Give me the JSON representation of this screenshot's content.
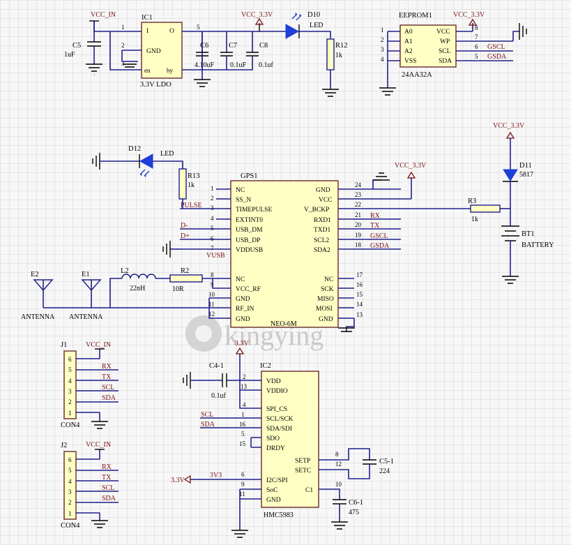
{
  "colors": {
    "wire": "#1f1f8c",
    "chip_fill": "#ffffc4",
    "chip_border": "#6a2b2b",
    "led": "#1f3fd6",
    "power_label": "#7a1010",
    "grid": "#d6d6d6"
  },
  "watermark": {
    "text": "kingying"
  },
  "power": {
    "vcc_in": "VCC_IN",
    "vcc_33": "VCC_3.3V",
    "v33": "3.3V",
    "v33_alt": "3V3"
  },
  "ldo": {
    "ref": "IC1",
    "name": "3.3V LDO",
    "pins": {
      "i": "I",
      "o": "O",
      "gnd": "GND",
      "en": "en",
      "by": "by"
    },
    "pin_numbers": [
      "1",
      "2",
      "3",
      "5"
    ]
  },
  "caps": {
    "c5": {
      "ref": "C5",
      "value": "1uF"
    },
    "c6": {
      "ref": "C6",
      "value": "4.10uF"
    },
    "c7": {
      "ref": "C7",
      "value": "0.1uF"
    },
    "c8": {
      "ref": "C8",
      "value": "0.1uf"
    },
    "c41": {
      "ref": "C4-1",
      "value": "0.1uf"
    },
    "c51": {
      "ref": "C5-1",
      "value": "224"
    },
    "c61": {
      "ref": "C6-1",
      "value": "475"
    }
  },
  "led_power": {
    "ref": "D10",
    "value": "LED"
  },
  "led_pulse": {
    "ref": "D12",
    "value": "LED"
  },
  "r12": {
    "ref": "R12",
    "value": "1k"
  },
  "r13": {
    "ref": "R13",
    "value": "1k"
  },
  "r3": {
    "ref": "R3",
    "value": "1k"
  },
  "r2": {
    "ref": "R2",
    "value": "10R"
  },
  "l2": {
    "ref": "L2",
    "value": "22nH"
  },
  "d11": {
    "ref": "D11",
    "value": "5817"
  },
  "bt1": {
    "ref": "BT1",
    "value": "BATTERY"
  },
  "e1": {
    "ref": "E1",
    "value": "ANTENNA"
  },
  "e2": {
    "ref": "E2",
    "value": "ANTENNA"
  },
  "eeprom": {
    "ref": "EEPROM1",
    "part": "24AA32A",
    "left_pins": [
      {
        "n": "1",
        "l": "A0"
      },
      {
        "n": "2",
        "l": "A1"
      },
      {
        "n": "3",
        "l": "A2"
      },
      {
        "n": "4",
        "l": "VSS"
      }
    ],
    "right_pins": [
      {
        "n": "8",
        "l": "VCC"
      },
      {
        "n": "7",
        "l": "WP"
      },
      {
        "n": "6",
        "l": "SCL"
      },
      {
        "n": "5",
        "l": "SDA"
      }
    ],
    "nets": {
      "scl": "GSCL",
      "sda": "GSDA"
    }
  },
  "gps": {
    "ref": "GPS1",
    "part": "NEO-6M",
    "left_pins": [
      {
        "n": "1",
        "l": "NC"
      },
      {
        "n": "2",
        "l": "SS_N"
      },
      {
        "n": "3",
        "l": "TIMEPULSE"
      },
      {
        "n": "4",
        "l": "EXTINT0"
      },
      {
        "n": "5",
        "l": "USB_DM"
      },
      {
        "n": "6",
        "l": "USB_DP"
      },
      {
        "n": "7",
        "l": "VDDUSB"
      },
      {
        "n": "8",
        "l": "NC"
      },
      {
        "n": "9",
        "l": "VCC_RF"
      },
      {
        "n": "10",
        "l": "GND"
      },
      {
        "n": "11",
        "l": "RF_IN"
      },
      {
        "n": "12",
        "l": "GND"
      }
    ],
    "right_pins": [
      {
        "n": "24",
        "l": "GND"
      },
      {
        "n": "23",
        "l": "VCC"
      },
      {
        "n": "22",
        "l": "V_BCKP"
      },
      {
        "n": "21",
        "l": "RXD1"
      },
      {
        "n": "20",
        "l": "TXD1"
      },
      {
        "n": "19",
        "l": "SCL2"
      },
      {
        "n": "18",
        "l": "SDA2"
      },
      {
        "n": "17",
        "l": "NC"
      },
      {
        "n": "16",
        "l": "SCK"
      },
      {
        "n": "15",
        "l": "MISO"
      },
      {
        "n": "14",
        "l": "MOSI"
      },
      {
        "n": "13",
        "l": "GND"
      }
    ],
    "nets": {
      "pulse": "PULSE",
      "dm": "D-",
      "dp": "D+",
      "vusb": "VUSB",
      "rx": "RX",
      "tx": "TX",
      "gscl": "GSCL",
      "gsda": "GSDA"
    }
  },
  "hmc": {
    "ref": "IC2",
    "part": "HMC5983",
    "left_pins": [
      {
        "n": "2",
        "l": "VDD"
      },
      {
        "n": "13",
        "l": "VDDIO"
      },
      {
        "n": "4",
        "l": "SPI_CS"
      },
      {
        "n": "1",
        "l": "SCL/SCK"
      },
      {
        "n": "16",
        "l": "SDA/SDI"
      },
      {
        "n": "5",
        "l": "SDO"
      },
      {
        "n": "15",
        "l": "DRDY"
      },
      {
        "n": "6",
        "l": "I2C/SPI"
      },
      {
        "n": "9",
        "l": "SoC"
      },
      {
        "n": "11",
        "l": "GND"
      }
    ],
    "right_pins": [
      {
        "n": "8",
        "l": "SETP"
      },
      {
        "n": "12",
        "l": "SETC"
      },
      {
        "n": "10",
        "l": "C1"
      }
    ],
    "nets": {
      "scl": "SCL",
      "sda": "SDA"
    }
  },
  "j1": {
    "ref": "J1",
    "part": "CON4",
    "power": "VCC_IN",
    "pin_numbers": [
      "6",
      "5",
      "4",
      "3",
      "2",
      "1"
    ],
    "nets": [
      "RX",
      "TX",
      "SCL",
      "SDA"
    ]
  },
  "j2": {
    "ref": "J2",
    "part": "CON4",
    "power": "VCC_IN",
    "pin_numbers": [
      "6",
      "5",
      "4",
      "3",
      "2",
      "1"
    ],
    "nets": [
      "RX",
      "TX",
      "SCL",
      "SDA"
    ]
  }
}
